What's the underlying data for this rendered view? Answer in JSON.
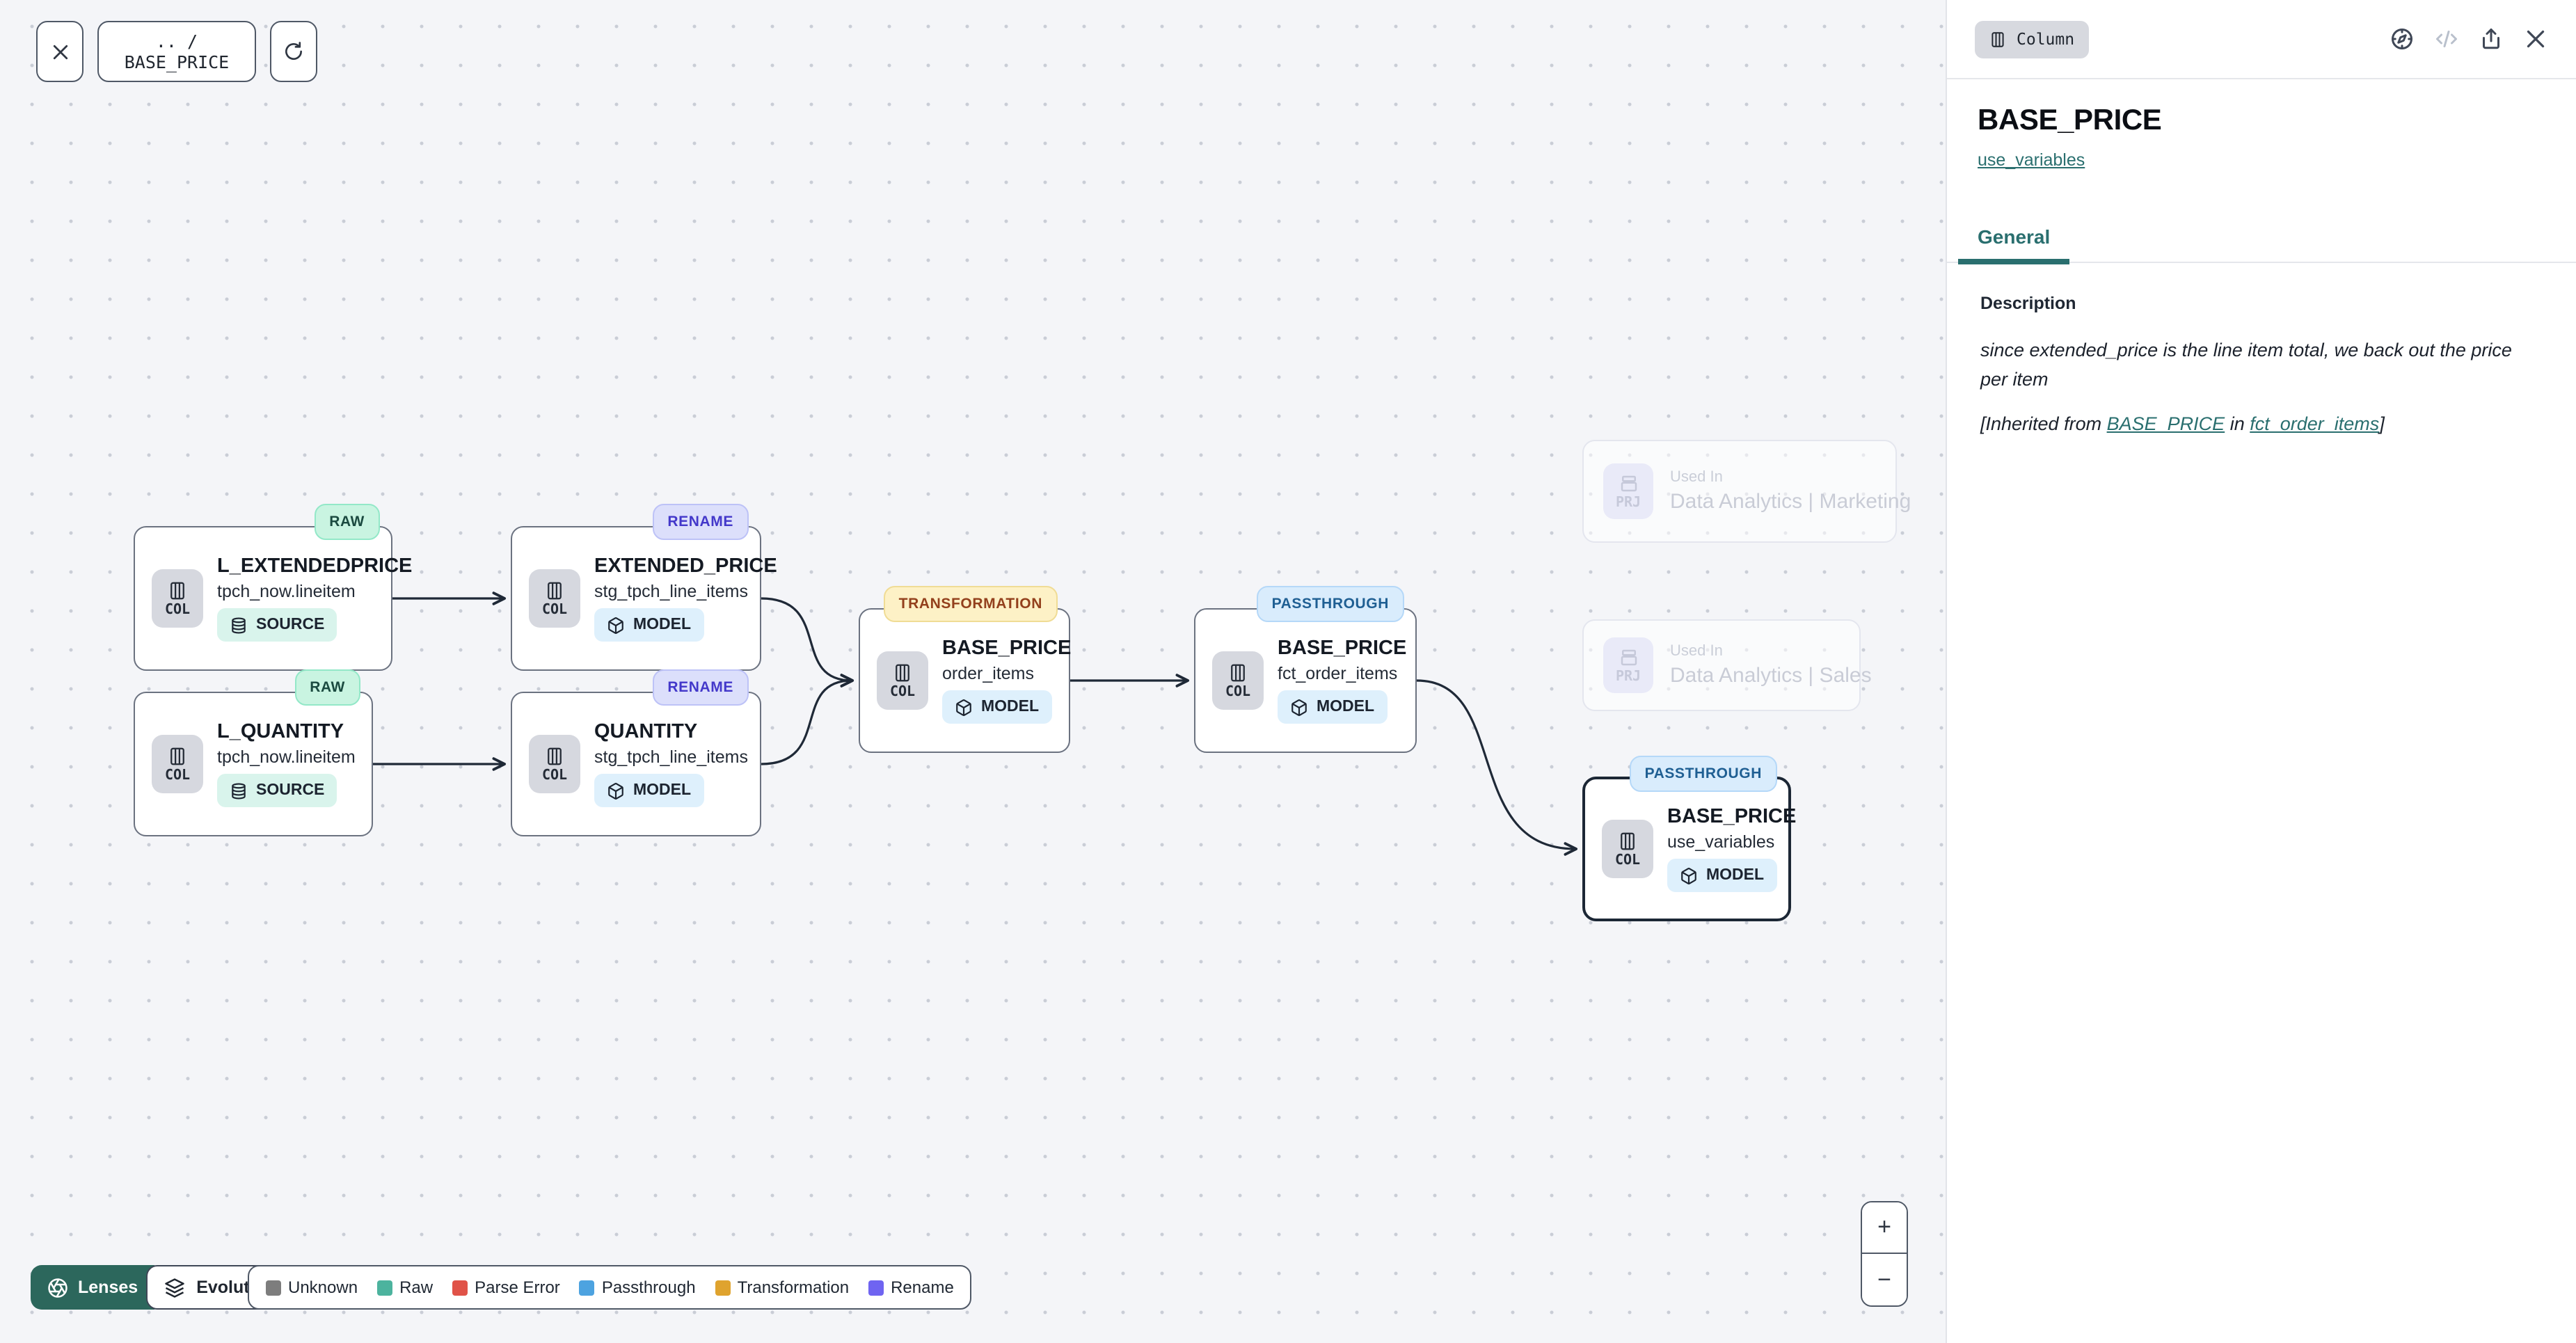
{
  "toolbar": {
    "breadcrumb": ".. / BASE_PRICE"
  },
  "canvas": {
    "nodes": [
      {
        "type_badge": "RAW",
        "variant": "raw",
        "title": "L_EXTENDEDPRICE",
        "subtitle": "tpch_now.lineitem",
        "entity_chip": "COL",
        "asset_label": "SOURCE",
        "asset_variant": "source",
        "selected": false
      },
      {
        "type_badge": "RENAME",
        "variant": "rename",
        "title": "EXTENDED_PRICE",
        "subtitle": "stg_tpch_line_items",
        "entity_chip": "COL",
        "asset_label": "MODEL",
        "asset_variant": "model",
        "selected": false
      },
      {
        "type_badge": "RAW",
        "variant": "raw",
        "title": "L_QUANTITY",
        "subtitle": "tpch_now.lineitem",
        "entity_chip": "COL",
        "asset_label": "SOURCE",
        "asset_variant": "source",
        "selected": false
      },
      {
        "type_badge": "RENAME",
        "variant": "rename",
        "title": "QUANTITY",
        "subtitle": "stg_tpch_line_items",
        "entity_chip": "COL",
        "asset_label": "MODEL",
        "asset_variant": "model",
        "selected": false
      },
      {
        "type_badge": "TRANSFORMATION",
        "variant": "transformation",
        "title": "BASE_PRICE",
        "subtitle": "order_items",
        "entity_chip": "COL",
        "asset_label": "MODEL",
        "asset_variant": "model",
        "selected": false
      },
      {
        "type_badge": "PASSTHROUGH",
        "variant": "passthrough",
        "title": "BASE_PRICE",
        "subtitle": "fct_order_items",
        "entity_chip": "COL",
        "asset_label": "MODEL",
        "asset_variant": "model",
        "selected": false
      },
      {
        "type_badge": "PASSTHROUGH",
        "variant": "passthrough",
        "title": "BASE_PRICE",
        "subtitle": "use_variables",
        "entity_chip": "COL",
        "asset_label": "MODEL",
        "asset_variant": "model",
        "selected": true
      }
    ],
    "ghost_nodes": [
      {
        "label": "Used In",
        "name": "Data Analytics | Marketing",
        "chip": "PRJ"
      },
      {
        "label": "Used In",
        "name": "Data Analytics | Sales",
        "chip": "PRJ"
      }
    ]
  },
  "bottom_bar": {
    "lenses_label": "Lenses",
    "lens_selected": "Evolution",
    "legend": [
      {
        "label": "Unknown",
        "color": "#7d7d7d"
      },
      {
        "label": "Raw",
        "color": "#4cb39e"
      },
      {
        "label": "Parse Error",
        "color": "#e05348"
      },
      {
        "label": "Passthrough",
        "color": "#4da3e0"
      },
      {
        "label": "Transformation",
        "color": "#dfa32e"
      },
      {
        "label": "Rename",
        "color": "#6f64f1"
      }
    ]
  },
  "zoom_controls": {
    "zoom_in": "+",
    "zoom_out": "−"
  },
  "panel": {
    "type_badge": "Column",
    "title": "BASE_PRICE",
    "subtitle_link": "use_variables",
    "tab_general": "General",
    "description": {
      "heading": "Description",
      "text": "since extended_price is the line item total, we back out the price per item",
      "inherited": {
        "prefix": "[Inherited from ",
        "link_column": "BASE_PRICE",
        "middle": " in ",
        "link_model": "fct_order_items",
        "suffix": "]"
      }
    }
  },
  "colors": {
    "accent_teal": "#2a6f6f",
    "lenses_button": "#2c675c",
    "canvas_background": "#f4f5f8",
    "badge_raw_bg": "#c9f4e1",
    "badge_rename_bg": "#dcdffb",
    "badge_transformation_bg": "#fdf1c6",
    "badge_passthrough_bg": "#d9ecfc"
  }
}
